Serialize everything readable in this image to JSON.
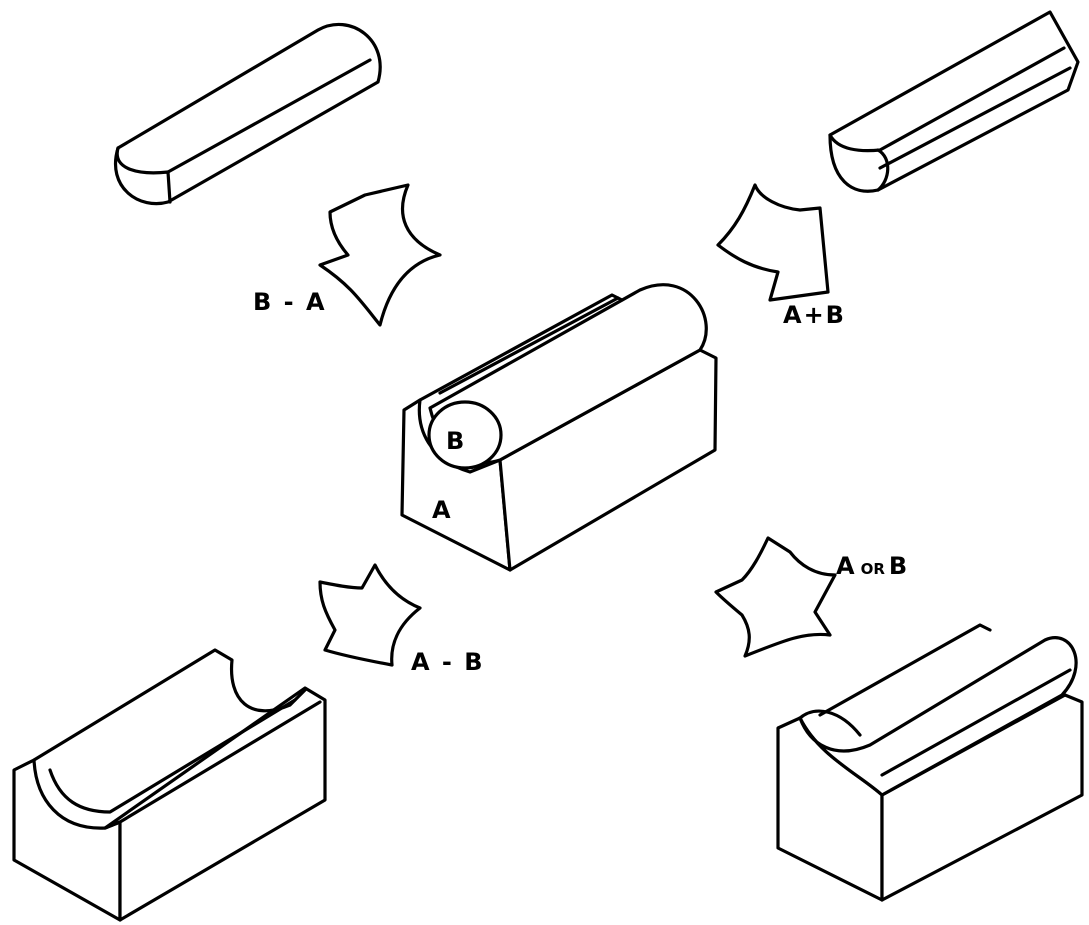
{
  "operations": [
    {
      "id": "b-minus-a",
      "label": "B - A"
    },
    {
      "id": "a-plus-b",
      "label": "A+B"
    },
    {
      "id": "a-minus-b",
      "label": "A - B"
    },
    {
      "id": "a-or-b",
      "label_left": "A",
      "label_mid": "OR",
      "label_right": "B"
    }
  ],
  "parts": {
    "block": "A",
    "cylinder": "B"
  },
  "colors": {
    "ink": "#000000",
    "paper": "#ffffff"
  }
}
